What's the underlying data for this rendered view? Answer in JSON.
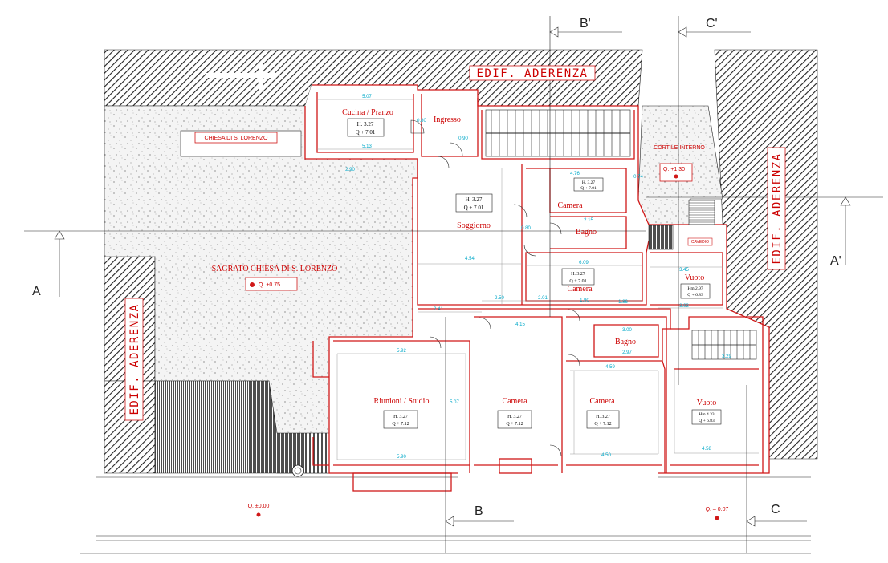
{
  "colors": {
    "walls": "#d01818",
    "dimensions": "#00a8c8",
    "text": "#cc0000",
    "line": "#222222"
  },
  "rooms": {
    "cucina": {
      "name": "Cucina / Pranzo",
      "h": "H. 3.27",
      "q": "Q + 7.01"
    },
    "ingresso": {
      "name": "Ingresso"
    },
    "soggiorno": {
      "name": "Soggiorno",
      "h": "H. 3.27",
      "q": "Q + 7.01"
    },
    "camera1": {
      "name": "Camera",
      "h": "H. 3.27",
      "q": "Q + 7.01"
    },
    "bagno1": {
      "name": "Bagno"
    },
    "camera2": {
      "name": "Camera",
      "h": "H. 3.27",
      "q": "Q + 7.01"
    },
    "vuoto1": {
      "name": "Vuoto",
      "h": "Hm 2.97",
      "q": "Q + 6.83"
    },
    "bagno2": {
      "name": "Bagno"
    },
    "riunioni": {
      "name": "Riunioni / Studio",
      "h": "H. 3.27",
      "q": "Q + 7.12"
    },
    "camera3": {
      "name": "Camera",
      "h": "H. 3.27",
      "q": "Q + 7.12"
    },
    "camera4": {
      "name": "Camera",
      "h": "H. 3.27",
      "q": "Q + 7.12"
    },
    "vuoto2": {
      "name": "Vuoto",
      "h": "Hm 4.33",
      "q": "Q + 6.83"
    }
  },
  "areas": {
    "chiesa": "CHIESA DI S. LORENZO",
    "sagrato": "SAGRATO CHIESA DI S. LORENZO",
    "sagrato_q": "Q. +0.75",
    "cortile": "CORTILE INTERNO",
    "cortile_q": "Q. +1.30",
    "cavedio": "CAVEDIO",
    "edif_top": "EDIF. ADERENZA",
    "edif_left": "EDIF. ADERENZA",
    "edif_right": "EDIF. ADERENZA",
    "street_q_left": "Q. ±0.00",
    "street_q_right": "Q. – 0.07"
  },
  "sections": {
    "a": "A",
    "a1": "A'",
    "b": "B",
    "b1": "B'",
    "c": "C",
    "c1": "C'"
  },
  "dims": {
    "d1": "5.07",
    "d2": "5.13",
    "d3": "2.90",
    "d4": "4.76",
    "d5": "2.15",
    "d6": "4.54",
    "d7": "6.09",
    "d8": "2.41",
    "d9": "2.50",
    "d10": "2.01",
    "d11": "1.90",
    "d12": "4.15",
    "d13": "3.00",
    "d14": "2.97",
    "d15": "4.59",
    "d16": "5.92",
    "d17": "5.90",
    "d18": "4.50",
    "d19": "4.58",
    "d20": "3.29",
    "d21": "3.45",
    "d22": "3.93",
    "d23": "1.86",
    "d24": "0.74",
    "d25": "5.07",
    "d26": "0.80",
    "d27": "0.90",
    "d28": "0.80"
  }
}
